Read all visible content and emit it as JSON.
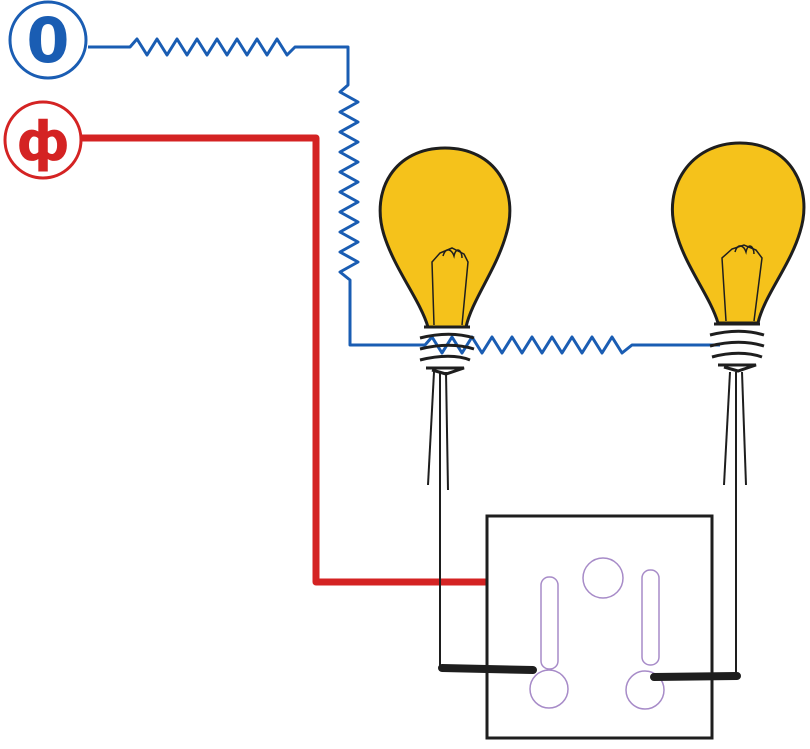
{
  "terminals": {
    "neutral": {
      "label": "0",
      "color": "#1a5db3"
    },
    "phase": {
      "label": "ф",
      "color": "#d42323"
    }
  },
  "colors": {
    "neutral_wire": "#1a5db3",
    "phase_wire": "#d42323",
    "bulb_fill": "#f5c21b",
    "bulb_outline": "#1e1e1e",
    "switch_outline": "#1e1e1e",
    "switch_slot": "#a78bc8",
    "contact_bar": "#1e1e1e",
    "lead_wire": "#1e1e1e"
  },
  "components": {
    "bulbs": [
      {
        "name": "bulb-left",
        "icon": "light-bulb-icon"
      },
      {
        "name": "bulb-right",
        "icon": "light-bulb-icon"
      }
    ],
    "switch": {
      "name": "two-gang-switch",
      "keys": 2
    }
  }
}
